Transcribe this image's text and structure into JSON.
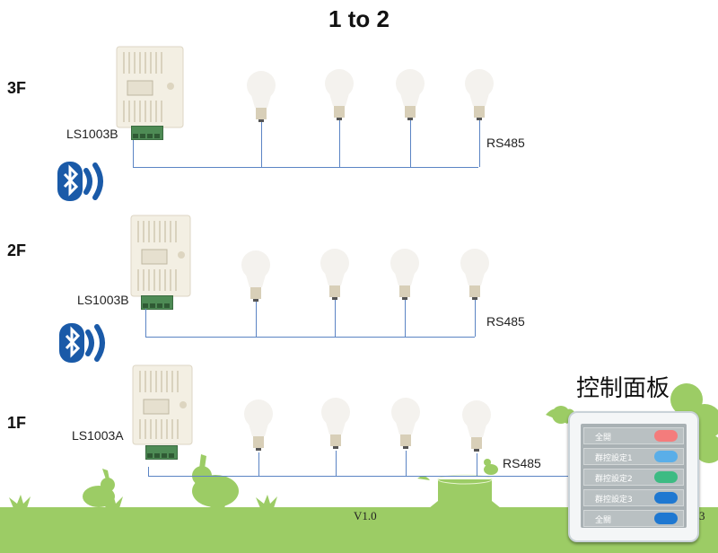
{
  "title": "1 to 2",
  "floors": [
    {
      "label": "3F",
      "model": "LS1003B",
      "bus_label": "RS485",
      "bulbs": 4,
      "bluetooth": true
    },
    {
      "label": "2F",
      "model": "LS1003B",
      "bus_label": "RS485",
      "bulbs": 4,
      "bluetooth": true
    },
    {
      "label": "1F",
      "model": "LS1003A",
      "bus_label": "RS485",
      "bulbs": 4,
      "bluetooth": false
    }
  ],
  "control_panel": {
    "title": "控制面板",
    "buttons": [
      {
        "label": "全開",
        "color": "#f47c7c"
      },
      {
        "label": "群控設定1",
        "color": "#5aaee8"
      },
      {
        "label": "群控設定2",
        "color": "#3dbb83"
      },
      {
        "label": "群控設定3",
        "color": "#1f78d1"
      },
      {
        "label": "全關",
        "color": "#1f78d1"
      }
    ]
  },
  "footer": {
    "version": "V1.0",
    "page": "3"
  },
  "colors": {
    "wire": "#5b84c4",
    "ground": "#9ccc65",
    "bluetooth": "#1a5aa8"
  }
}
